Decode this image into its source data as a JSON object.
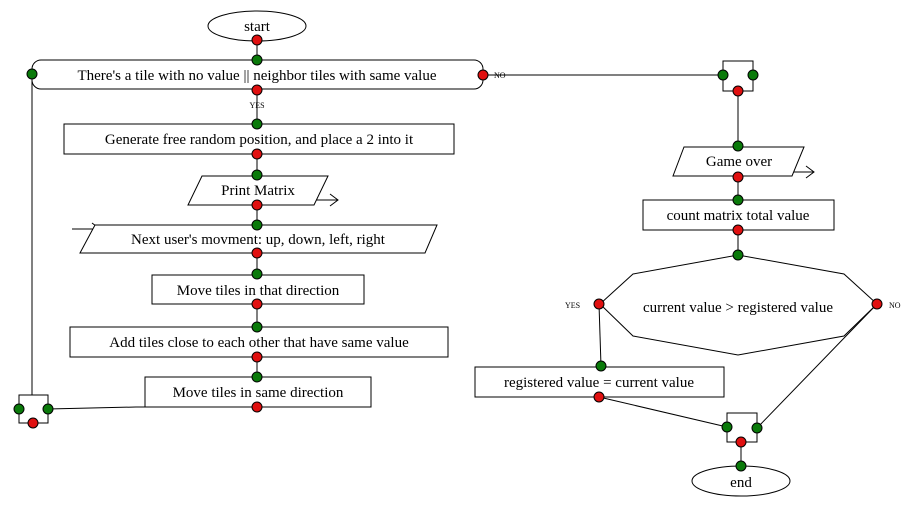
{
  "nodes": {
    "start": "start",
    "condition_main": "There's a tile with no value || neighbor tiles with same value",
    "generate": "Generate free random position, and place a 2 into it",
    "print_matrix": "Print Matrix",
    "next_move": "Next user's movment: up, down, left, right",
    "move_tiles": "Move tiles in that direction",
    "add_tiles": "Add tiles close to each other that have same value",
    "move_same": "Move tiles in same direction",
    "game_over": "Game over",
    "count_total": "count matrix total value",
    "condition_value": "current value > registered value",
    "registered": "registered value = current value",
    "end": "end"
  },
  "edge_labels": {
    "main_yes": "YES",
    "main_no": "NO",
    "value_yes": "YES",
    "value_no": "NO"
  },
  "colors": {
    "in_port": "#0a7a0a",
    "out_port": "#e01010"
  }
}
